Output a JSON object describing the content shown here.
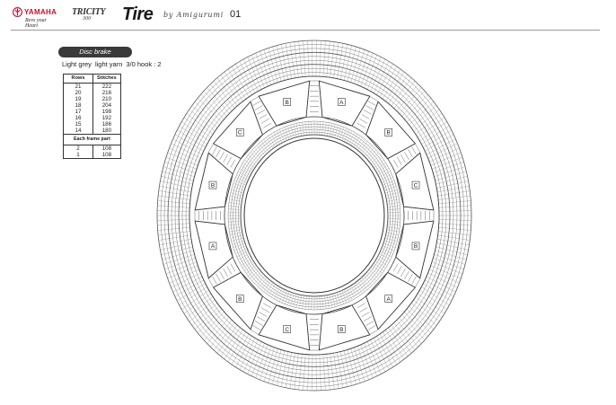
{
  "header": {
    "brand_name": "YAMAHA",
    "brand_tagline": "Revs your Heart",
    "model_name": "TRICITY",
    "model_sub": "300",
    "title": "Tire",
    "byline": "by Amigurumi",
    "page_number": "01",
    "brand_color": "#c8102e"
  },
  "section": {
    "label": "Disc brake",
    "yarn_color": "Light grey",
    "yarn_type": "light yarn",
    "hook": "3/0 hook : 2"
  },
  "table": {
    "headers": [
      "Rows",
      "Stitches"
    ],
    "rows": [
      {
        "row": "21",
        "stitches": "222"
      },
      {
        "row": "20",
        "stitches": "216"
      },
      {
        "row": "19",
        "stitches": "210"
      },
      {
        "row": "18",
        "stitches": "204"
      },
      {
        "row": "17",
        "stitches": "198"
      },
      {
        "row": "16",
        "stitches": "192"
      },
      {
        "row": "15",
        "stitches": "186"
      },
      {
        "row": "14",
        "stitches": "180"
      }
    ],
    "frame_header": "Each frame part",
    "frame_rows": [
      {
        "row": "2",
        "stitches": "108"
      },
      {
        "row": "1",
        "stitches": "108"
      }
    ]
  },
  "diagram": {
    "window_labels": [
      "A",
      "B",
      "C",
      "B",
      "A",
      "B",
      "C",
      "B",
      "A",
      "B",
      "C",
      "B"
    ]
  }
}
